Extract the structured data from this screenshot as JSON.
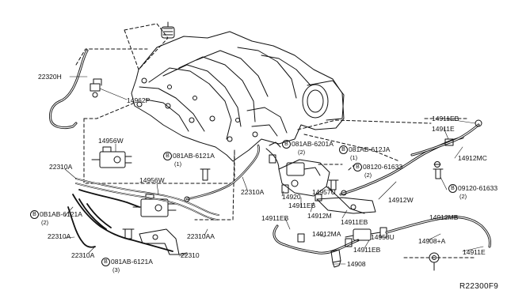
{
  "diagram_code": "R22300F9",
  "bolt_symbol": "B",
  "parts": {
    "p22320H": "22320H",
    "p14962P": "14962P",
    "p14956W_a": "14956W",
    "p14956W_b": "14956W",
    "p22310A_a": "22310A",
    "p22310A_b": "22310A",
    "p22310A_c": "22310A",
    "p22310A_d": "22310A",
    "p22310AA": "22310AA",
    "p22310": "22310",
    "p14920": "14920",
    "p14957U": "14957U",
    "p14911EB_a": "14911EB",
    "p14911EB_b": "14911EB",
    "p14911EB_c": "14911EB",
    "p14911EB_d": "14911EB",
    "p14911EB_e": "14911EB",
    "p14912M": "14912M",
    "p14912W": "14912W",
    "p14912MA": "14912MA",
    "p14912MB": "14912MB",
    "p14912MC": "14912MC",
    "p14958U": "14958U",
    "p14908": "14908",
    "p14908A": "14908+A",
    "p14911E_a": "14911E",
    "p14911E_b": "14911E"
  },
  "bolts": {
    "b1": {
      "code": "081AB-6121A",
      "qty": "(1)"
    },
    "b2": {
      "code": "0B1AB-6121A",
      "qty": "(2)"
    },
    "b3": {
      "code": "081AB-6121A",
      "qty": "(3)"
    },
    "b4": {
      "code": "081AB-6201A",
      "qty": "(2)"
    },
    "b5": {
      "code": "081AB-612JA",
      "qty": "(1)"
    },
    "b6": {
      "code": "08120-61633",
      "qty": "(2)"
    },
    "b7": {
      "code": "09120-61633",
      "qty": "(2)"
    }
  }
}
